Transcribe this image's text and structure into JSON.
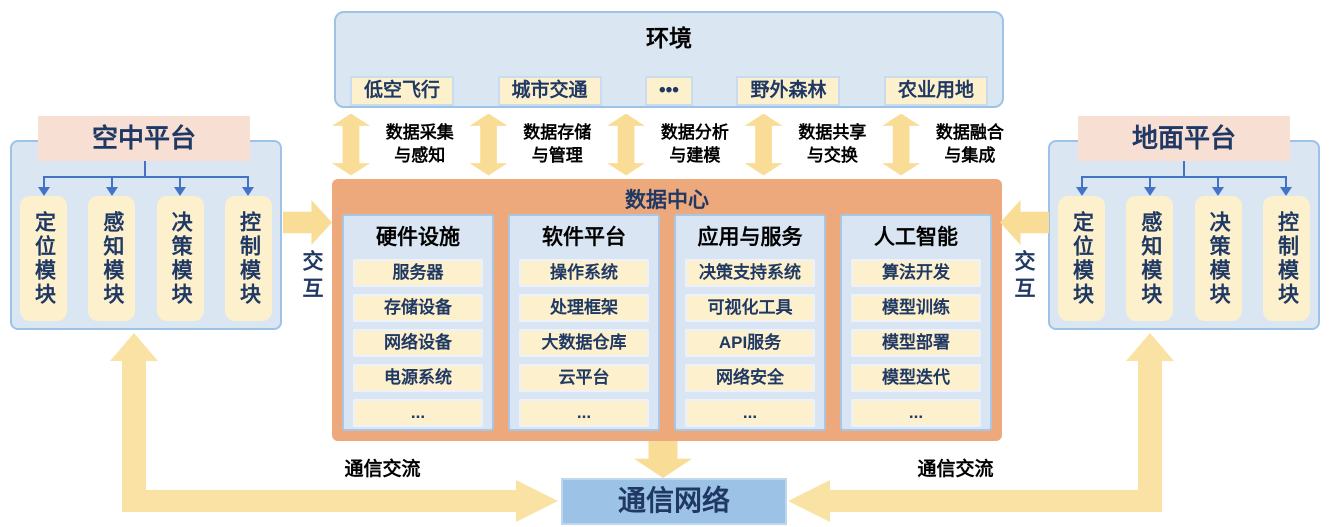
{
  "colors": {
    "navy_text": "#1F3864",
    "black_text": "#000000",
    "panel_blue": "#DBE6F3",
    "panel_border": "#9DC3E6",
    "cream": "#FDF1CD",
    "orange": "#EDA87C",
    "peach": "#F8DFD3",
    "arrow_yellow": "#F9DD97",
    "connector_blue": "#4472C4",
    "comm_blue": "#9CC3E5"
  },
  "environment": {
    "title": "环境",
    "items": [
      "低空飞行",
      "城市交通",
      "•••",
      "野外森林",
      "农业用地"
    ]
  },
  "data_flows": {
    "labels": [
      "数据采集\n与感知",
      "数据存储\n与管理",
      "数据分析\n与建模",
      "数据共享\n与交换",
      "数据融合\n与集成"
    ]
  },
  "data_center": {
    "title": "数据中心",
    "columns": [
      {
        "title": "硬件设施",
        "items": [
          "服务器",
          "存储设备",
          "网络设备",
          "电源系统",
          "..."
        ]
      },
      {
        "title": "软件平台",
        "items": [
          "操作系统",
          "处理框架",
          "大数据仓库",
          "云平台",
          "..."
        ]
      },
      {
        "title": "应用与服务",
        "items": [
          "决策支持系统",
          "可视化工具",
          "API服务",
          "网络安全",
          "..."
        ]
      },
      {
        "title": "人工智能",
        "items": [
          "算法开发",
          "模型训练",
          "模型部署",
          "模型迭代",
          "..."
        ]
      }
    ]
  },
  "air_platform": {
    "title": "空中平台",
    "modules": [
      "定位模块",
      "感知模块",
      "决策模块",
      "控制模块"
    ]
  },
  "ground_platform": {
    "title": "地面平台",
    "modules": [
      "定位模块",
      "感知模块",
      "决策模块",
      "控制模块"
    ]
  },
  "interaction": {
    "left": "交互",
    "right": "交互"
  },
  "communication": {
    "network_label": "通信网络",
    "left_label": "通信交流",
    "right_label": "通信交流"
  },
  "icons": {
    "double_vertical_arrow": "yellow bidirectional arrow between environment and data center",
    "fat_right_arrow": "yellow interaction arrow pointing right",
    "fat_left_arrow": "yellow interaction arrow pointing left",
    "down_arrow": "yellow arrow from data center to communication network",
    "elbow_arrow": "yellow L-shaped arrow linking platform and communication network",
    "blue_connector_arrow": "blue tree connector from platform header to modules"
  }
}
